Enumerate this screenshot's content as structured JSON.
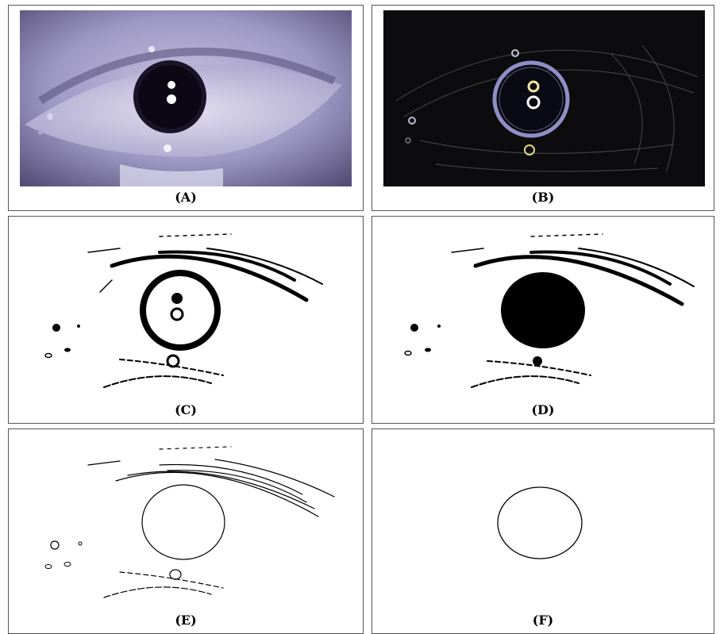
{
  "figure": {
    "panels": [
      {
        "id": "A",
        "label": "(A)",
        "kind": "photo"
      },
      {
        "id": "B",
        "label": "(B)",
        "kind": "edge-color"
      },
      {
        "id": "C",
        "label": "(C)",
        "kind": "binary-ring"
      },
      {
        "id": "D",
        "label": "(D)",
        "kind": "binary-filled"
      },
      {
        "id": "E",
        "label": "(E)",
        "kind": "contours"
      },
      {
        "id": "F",
        "label": "(F)",
        "kind": "pupil-boundary"
      }
    ]
  }
}
